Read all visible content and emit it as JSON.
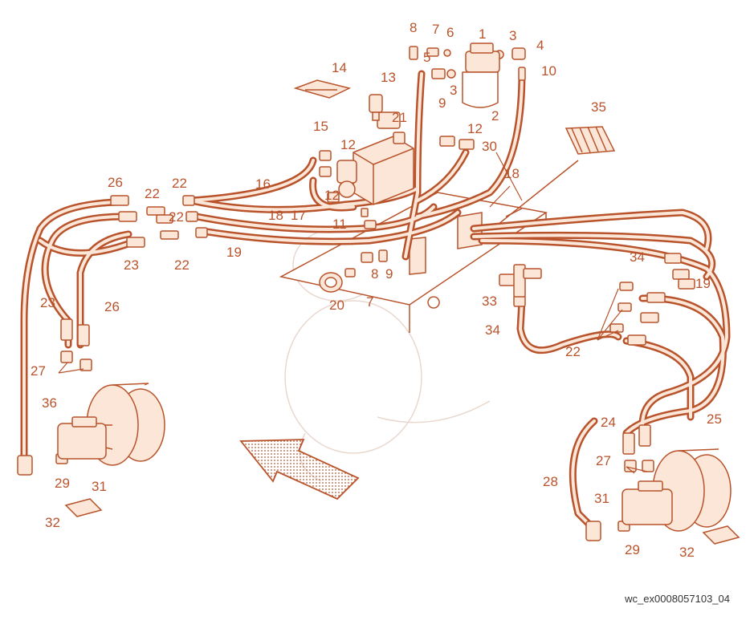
{
  "colors": {
    "line": "#b8532b",
    "fill": "#fbe6d8",
    "text": "#b8532b",
    "caption": "#333333"
  },
  "document_ref": "wc_ex0008057103_04",
  "callouts": [
    "1",
    "2",
    "3",
    "3",
    "4",
    "5",
    "6",
    "7",
    "7",
    "8",
    "8",
    "9",
    "9",
    "10",
    "11",
    "12",
    "12",
    "12",
    "13",
    "14",
    "15",
    "16",
    "17",
    "18",
    "18",
    "19",
    "19",
    "20",
    "21",
    "22",
    "22",
    "22",
    "22",
    "22",
    "23",
    "23",
    "24",
    "25",
    "26",
    "26",
    "27",
    "27",
    "28",
    "29",
    "29",
    "30",
    "31",
    "31",
    "32",
    "32",
    "33",
    "34",
    "34",
    "35",
    "36"
  ]
}
